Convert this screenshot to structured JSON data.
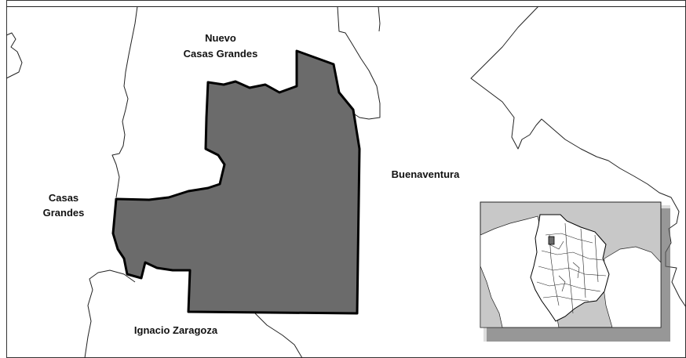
{
  "map": {
    "highlight_color": "#6b6b6b",
    "outline_color": "#222222",
    "inset_state_color": "#ffffff",
    "inset_neighbor_color": "#c8c8c8",
    "labels": {
      "nuevo_casas_grandes": [
        "Nuevo",
        "Casas Grandes"
      ],
      "casas_grandes": [
        "Casas",
        "Grandes"
      ],
      "buenaventura": "Buenaventura",
      "ignacio_zaragoza": "Ignacio Zaragoza"
    }
  }
}
